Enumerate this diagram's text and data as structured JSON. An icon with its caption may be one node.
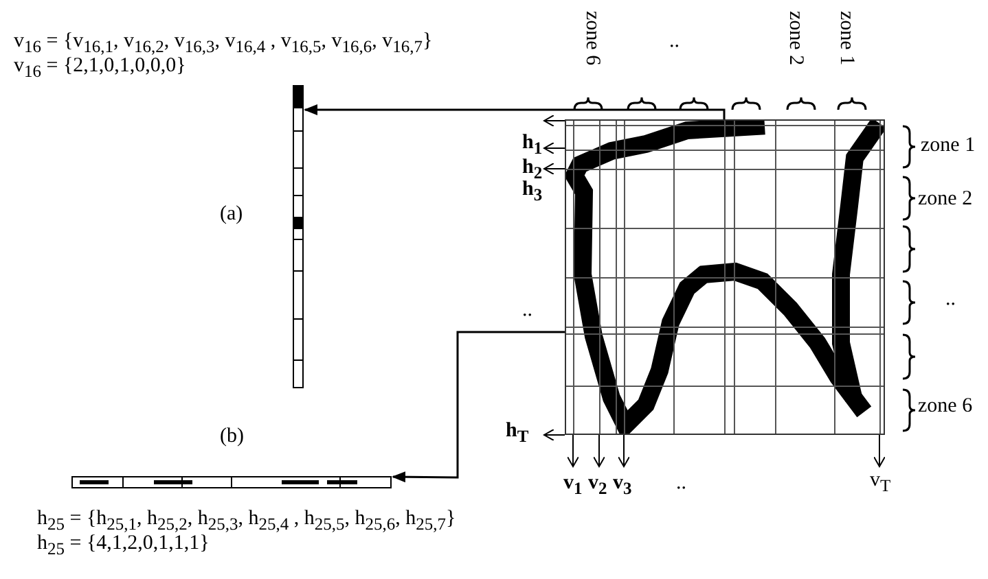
{
  "diagram": {
    "nodes": [
      {
        "text": [],
        "shape": "bar"
      },
      {
        "text": [],
        "shape": "bar"
      },
      {
        "text": [],
        "shape": "picture"
      }
    ],
    "edges": [
      {
        "from": 2,
        "to": 0,
        "arrow": "to"
      },
      {
        "from": 2,
        "to": 1,
        "arrow": "to"
      }
    ],
    "labels": [
      "v$_{16}$ = {v$_{16,1}$, v$_{16,2}$, v$_{16,3}$, v$_{16,4}$ , v$_{16,5}$, v$_{16,6}$, v$_{16,7}$}",
      "v$_{16}$ = {2,1,0,1,0,0,0}",
      "zone 6",
      "..",
      "zone 2",
      "zone 1",
      "zone 1",
      "h$_{1}$",
      "h$_{2}$",
      "zone 2",
      "h$_{3}$",
      "(a)",
      "..",
      "..",
      "h$_{T}$",
      "zone 6",
      "(b)",
      "v$_{1}$",
      "v$_{2}$",
      "v$_{3}$",
      "..",
      "v$_{T}$",
      "h$_{25}$ = {h$_{25,1}$, h$_{25,2}$, h$_{25,3}$, h$_{25,4}$ , h$_{25,5}$, h$_{25,6}$, h$_{25,7}$}",
      "h$_{25}$ = {4,1,2,0,1,1,1}"
    ]
  }
}
